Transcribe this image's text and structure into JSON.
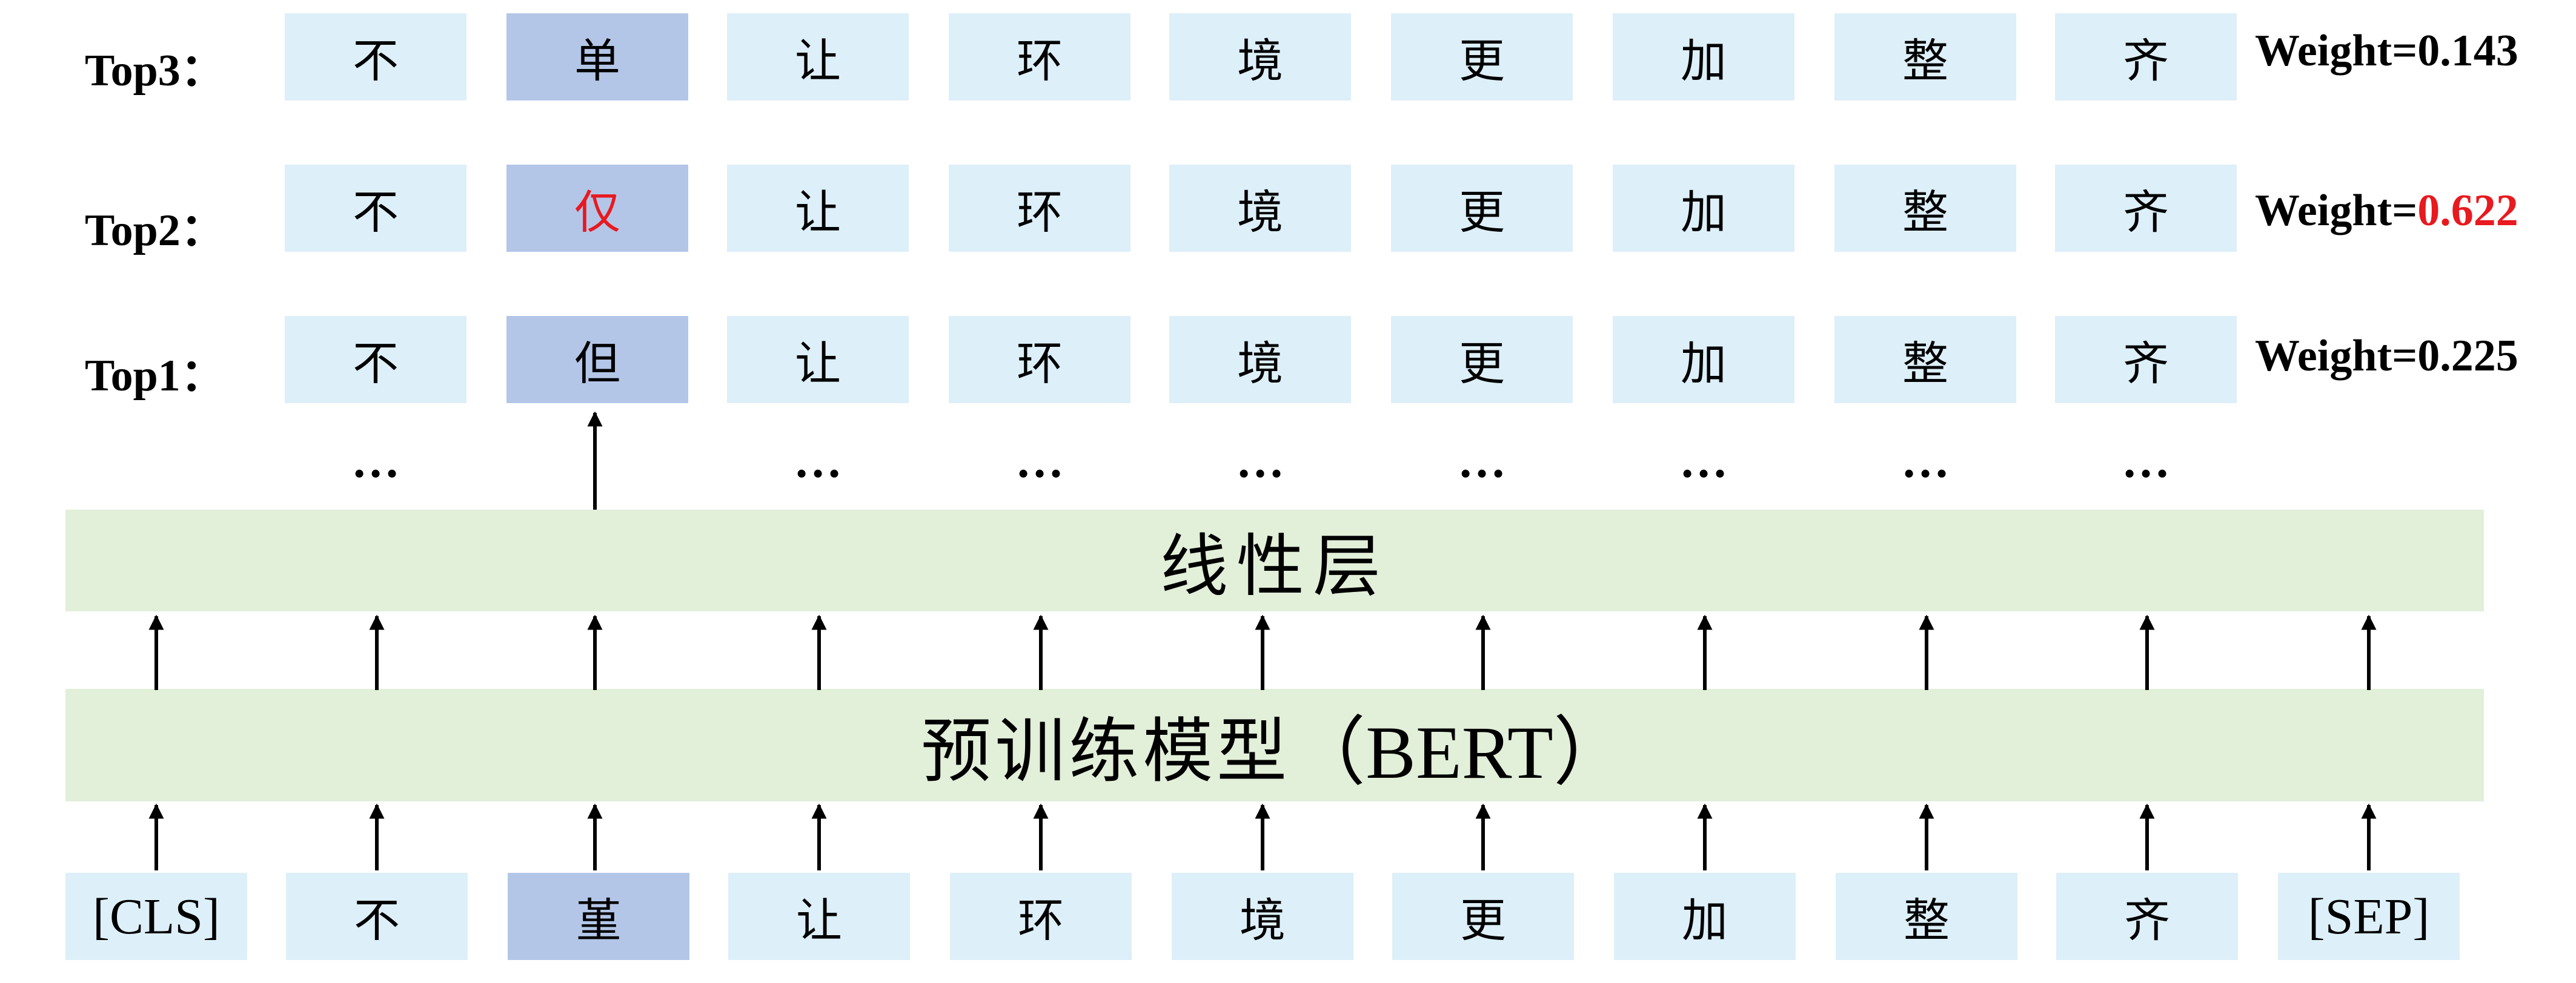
{
  "rows": [
    {
      "label": "Top3：",
      "tokens": [
        "不",
        "单",
        "让",
        "环",
        "境",
        "更",
        "加",
        "整",
        "齐"
      ],
      "weight_prefix": "Weight=",
      "weight_value": "0.143",
      "weight_highlight": false
    },
    {
      "label": "Top2：",
      "tokens": [
        "不",
        "仅",
        "让",
        "环",
        "境",
        "更",
        "加",
        "整",
        "齐"
      ],
      "weight_prefix": "Weight=",
      "weight_value": "0.622",
      "weight_highlight": true
    },
    {
      "label": "Top1：",
      "tokens": [
        "不",
        "但",
        "让",
        "环",
        "境",
        "更",
        "加",
        "整",
        "齐"
      ],
      "weight_prefix": "Weight=",
      "weight_value": "0.225",
      "weight_highlight": false
    }
  ],
  "ellipsis": "…",
  "linear_layer": {
    "label": "线性层"
  },
  "bert_layer": {
    "label_zh": "预训练模型",
    "label_en": "（BERT）"
  },
  "input_tokens": [
    "[CLS]",
    "不",
    "堇",
    "让",
    "环",
    "境",
    "更",
    "加",
    "整",
    "齐",
    "[SEP]"
  ],
  "colors": {
    "cell": "#ddeff8",
    "highlight_cell": "#b3c6e7",
    "band": "#e2efd9",
    "red_text": "#e8191f",
    "text": "#000000"
  }
}
